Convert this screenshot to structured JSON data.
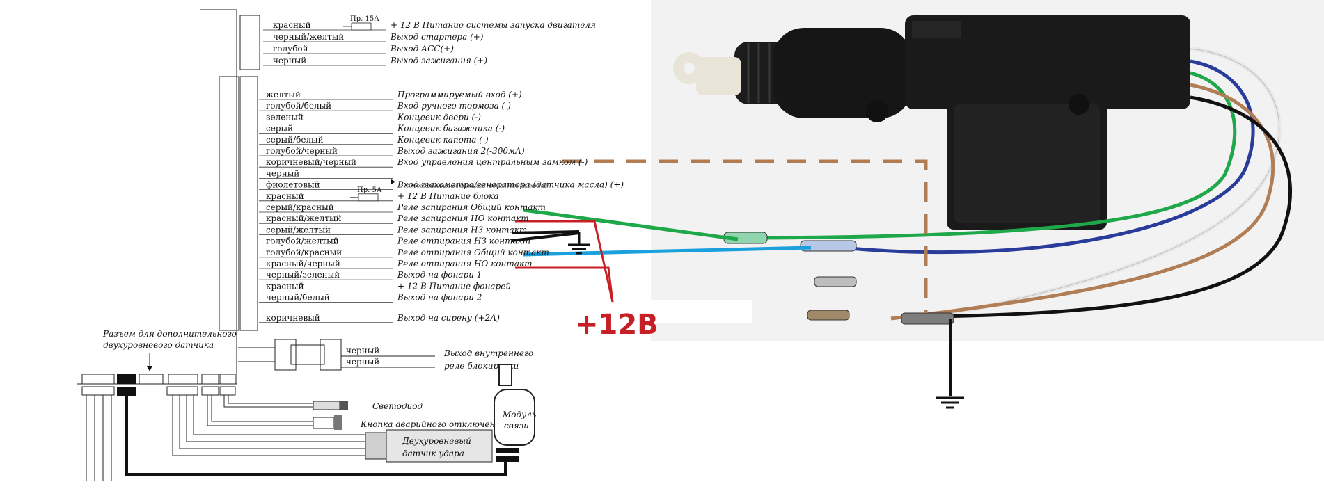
{
  "colors": {
    "green": "#1ea84a",
    "blue": "#1aa0dc",
    "red": "#c62026",
    "brown": "#b07d55",
    "white": "#e8e8e8",
    "black": "#111111",
    "photo_bg": "#f2f2f2"
  },
  "top_group": [
    {
      "color": "красный",
      "fuse": "Пр. 15А",
      "function": "+ 12 В Питание системы запуска двигателя"
    },
    {
      "color": "черный/желтый",
      "function": "Выход стартера (+)"
    },
    {
      "color": "голубой",
      "function": "Выход АСС(+)"
    },
    {
      "color": "черный",
      "function": "Выход зажигания (+)"
    }
  ],
  "main_group": [
    {
      "color": "желтый",
      "function": "Программируемый вход (+)"
    },
    {
      "color": "голубой/белый",
      "function": "Вход ручного тормоза (-)"
    },
    {
      "color": "зеленый",
      "function": "Концевик двери (-)"
    },
    {
      "color": "серый",
      "function": "Концевик багажника (-)"
    },
    {
      "color": "серый/белый",
      "function": "Концевик капота (-)"
    },
    {
      "color": "голубой/черный",
      "function": "Выход зажигания 2(-300мА)"
    },
    {
      "color": "коричневый/черный",
      "function": "Вход управления центральным замком (-)"
    },
    {
      "color": "черный",
      "function": "",
      "note": "(с программируемой функцией постановки на охрану)"
    },
    {
      "color": "фиолетовый",
      "function": "Вход тахометра/генератора (датчика масла) (+)"
    },
    {
      "color": "красный",
      "fuse": "Пр. 5А",
      "function": "+ 12 В Питание блока"
    },
    {
      "color": "серый/красный",
      "function": "Реле запирания Общий контакт"
    },
    {
      "color": "красный/желтый",
      "function": "Реле запирания НО контакт"
    },
    {
      "color": "серый/желтый",
      "function": "Реле запирания НЗ контакт"
    },
    {
      "color": "голубой/желтый",
      "function": "Реле отпирания НЗ контакт"
    },
    {
      "color": "голубой/красный",
      "function": "Реле отпирания Общий контакт"
    },
    {
      "color": "красный/черный",
      "function": "Реле отпирания НО контакт"
    },
    {
      "color": "черный/зеленый",
      "function": "Выход на фонари 1"
    },
    {
      "color": "красный",
      "function": "+ 12 В Питание фонарей"
    },
    {
      "color": "черный/белый",
      "function": "Выход на фонари 2"
    },
    {
      "color": "коричневый",
      "function": "Выход на сирену (+2А)"
    }
  ],
  "relay_block": {
    "wire1": "черный",
    "wire2": "черный",
    "function_line1": "Выход внутреннего",
    "function_line2": "реле блокировки"
  },
  "sensor_connector": {
    "line1": "Разъем для дополнительного",
    "line2": "двухуровневого датчика"
  },
  "peripherals": {
    "led": "Светодиод",
    "emergency_button": "Кнопка аварийного отключения",
    "shock_sensor_line1": "Двухуровневый",
    "shock_sensor_line2": "датчик удара",
    "comm_module_line1": "Модуль",
    "comm_module_line2": "связи"
  },
  "plus12_label": "+12В"
}
